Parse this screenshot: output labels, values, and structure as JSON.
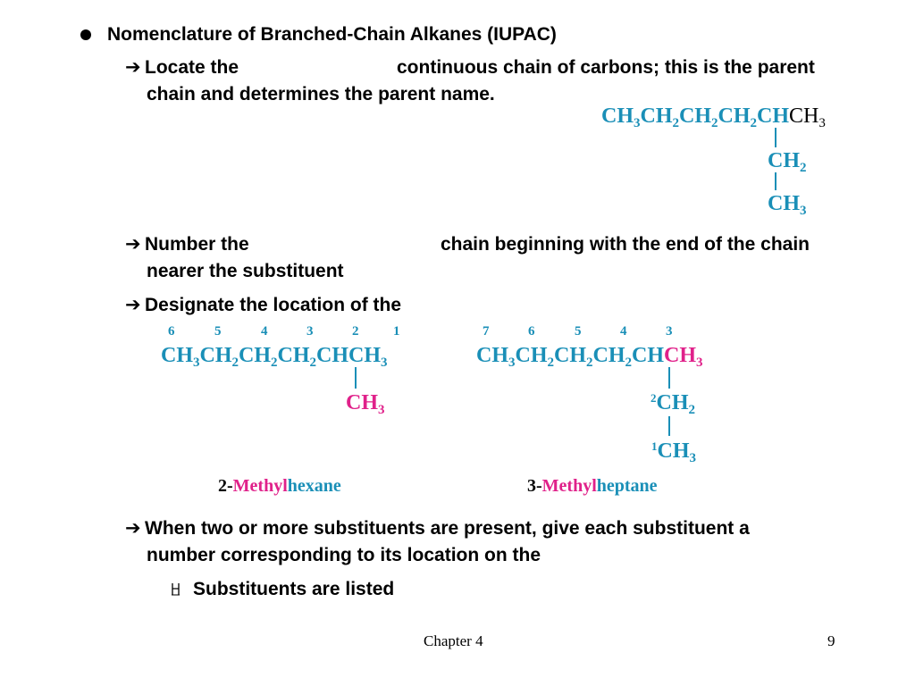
{
  "heading": {
    "text": "Nomenclature of Branched-Chain Alkanes (IUPAC)"
  },
  "point1": {
    "line1_a": "Locate the",
    "line1_b": "continuous chain of carbons; this is the parent",
    "line2": "chain and determines the parent name."
  },
  "point2": {
    "line1_a": "Number the",
    "line1_b": "chain beginning with the end of the chain",
    "line2": "nearer the substituent"
  },
  "point3": {
    "text": "Designate the location of the"
  },
  "point4": {
    "line1": "When two or more substituents are present, give each substituent a",
    "line2": "number corresponding to its location on the"
  },
  "subpoint": {
    "text": "Substituents are listed"
  },
  "structure_top": {
    "main_chain": [
      "CH3",
      "CH2",
      "CH2",
      "CH2",
      "CH",
      "CH3"
    ],
    "branch": [
      "CH2",
      "CH3"
    ]
  },
  "structure_left": {
    "numbers": [
      "6",
      "5",
      "4",
      "3",
      "2",
      "1"
    ],
    "main_chain": [
      "CH3",
      "CH2",
      "CH2",
      "CH2",
      "CH",
      "CH3"
    ],
    "branch": "CH3",
    "name": {
      "locant": "2-",
      "substituent": "Methyl",
      "parent": "hexane"
    }
  },
  "structure_right": {
    "numbers": [
      "7",
      "6",
      "5",
      "4",
      "3"
    ],
    "main_chain": [
      "CH3",
      "CH2",
      "CH2",
      "CH2",
      "CH",
      "CH3"
    ],
    "branch_numbers": [
      "2",
      "1"
    ],
    "branch": [
      "CH2",
      "CH3"
    ],
    "name": {
      "locant": "3-",
      "substituent": "Methyl",
      "parent": "heptane"
    }
  },
  "footer": {
    "chapter": "Chapter 4",
    "page": "9"
  },
  "colors": {
    "teal": "#1a8fb7",
    "pink": "#e0218a",
    "text": "#000000"
  },
  "icons": {
    "arrow": "right-arrow-icon",
    "bullet": "bullet-dot-icon",
    "subbullet": "hydrogen-icon"
  }
}
